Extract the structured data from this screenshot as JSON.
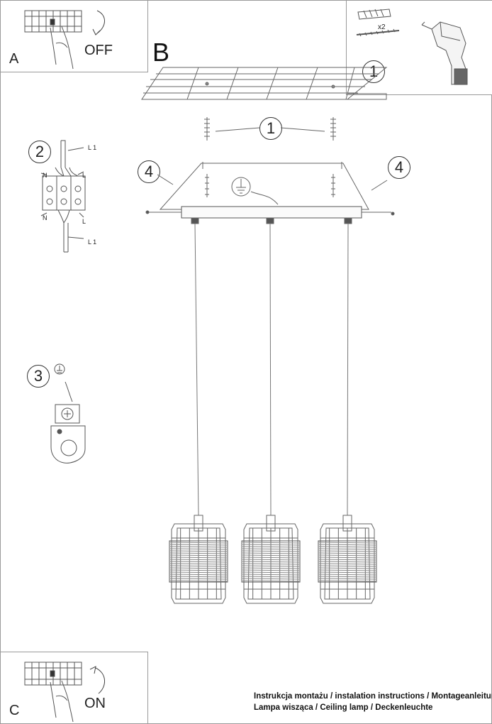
{
  "panels": {
    "a": {
      "letter": "A",
      "action": "OFF"
    },
    "b": {
      "letter": "B"
    },
    "c": {
      "letter": "C",
      "action": "ON"
    }
  },
  "callouts": {
    "anchor_kit": "1",
    "anchor_kit_qty": "x2",
    "screws": "1",
    "connector": "2",
    "earth": "3",
    "bracket_left": "4",
    "bracket_right": "4"
  },
  "connector_labels": {
    "l1_top": "L 1",
    "n_left_top": "N",
    "l_right_top": "L",
    "n_left_bottom": "N",
    "l_right_bottom": "L",
    "l1_bottom": "L 1"
  },
  "footer": {
    "line1": "Instrukcja montażu / instalation instructions / Montageanleitung",
    "line2": "Lampa wisząca / Ceiling lamp / Deckenleuchte"
  },
  "icons": [
    "switch-off-icon",
    "switch-on-icon",
    "drill-icon",
    "earth-icon",
    "arrow-down-icon",
    "arrow-up-icon",
    "hand-icon"
  ]
}
